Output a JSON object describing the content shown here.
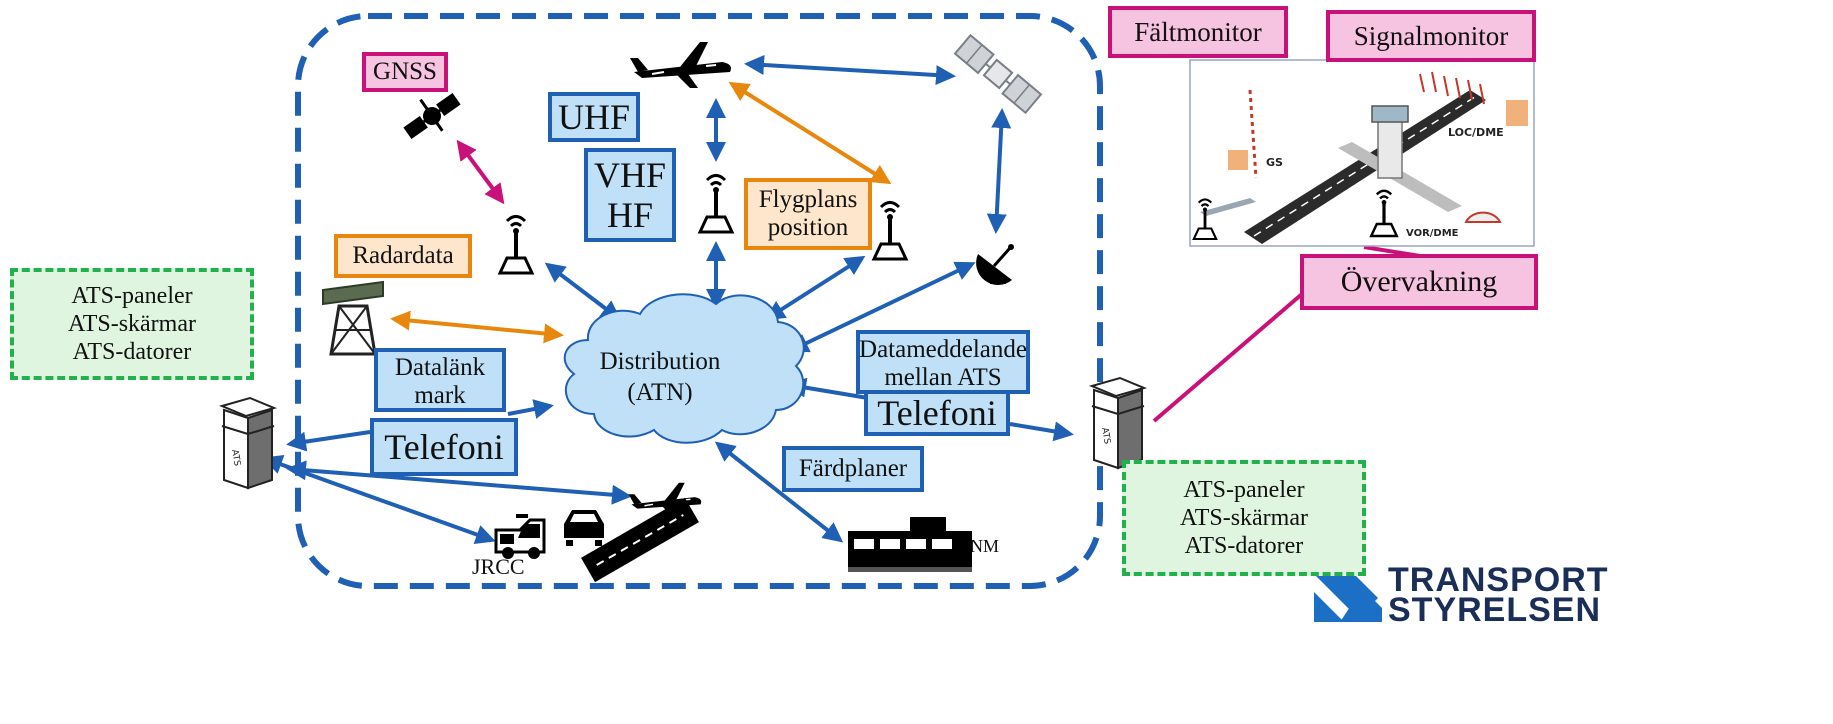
{
  "labels": {
    "gnss": "GNSS",
    "uhf": "UHF",
    "vhf": "VHF",
    "hf": "HF",
    "flygplans": "Flygplans",
    "position": "position",
    "radardata": "Radardata",
    "datalank": "Datalänk",
    "mark": "mark",
    "telefoni_left": "Telefoni",
    "distribution": "Distribution",
    "atn": "(ATN)",
    "datameddelande": "Datameddelande",
    "mellan_ats": "mellan ATS",
    "telefoni_right": "Telefoni",
    "fardplaner": "Färdplaner",
    "nm": "NM",
    "jrcc": "JRCC",
    "faltmonitor": "Fältmonitor",
    "signalmonitor": "Signalmonitor",
    "overvakning": "Övervakning",
    "ats_left": [
      "ATS-paneler",
      "ATS-skärmar",
      "ATS-datorer"
    ],
    "ats_right": [
      "ATS-paneler",
      "ATS-skärmar",
      "ATS-datorer"
    ],
    "ats_tower": "ATS",
    "airport_gs": "GS",
    "airport_loc": "LOC/DME",
    "airport_vor": "VOR/DME",
    "logo_line1": "TRANSPORT",
    "logo_line2": "STYRELSEN"
  },
  "colors": {
    "link_blue": "#1f5fb4",
    "link_orange": "#e8870e",
    "link_magenta": "#c8127a",
    "cloud": "#bfe0f7",
    "logo": "#1a2e57",
    "logo_accent": "#1b6fc4"
  },
  "icons": [
    "aircraft-icon",
    "satellite-icon",
    "gnss-satellite-icon",
    "antenna-icon",
    "radar-tower-icon",
    "satellite-dish-icon",
    "ats-tower-icon",
    "ambulance-icon",
    "car-icon",
    "runway-icon",
    "building-icon",
    "airport-map-icon"
  ]
}
